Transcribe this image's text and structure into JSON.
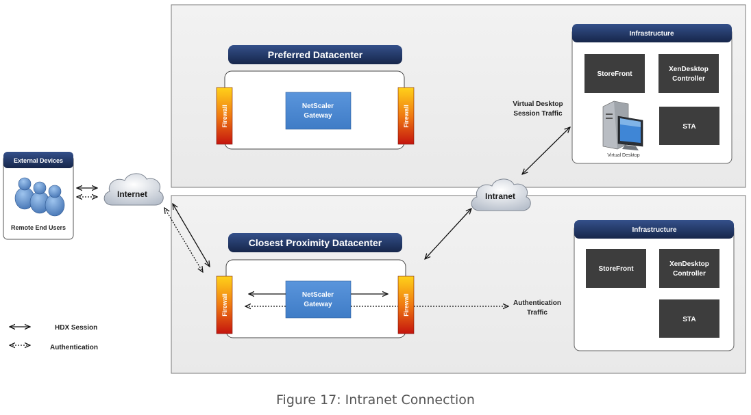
{
  "preferred_dc": {
    "title": "Preferred Datacenter",
    "firewall_left": "Firewall",
    "firewall_right": "Firewall",
    "gateway_line1": "NetScaler",
    "gateway_line2": "Gateway",
    "infrastructure": {
      "title": "Infrastructure",
      "storefront": "StoreFront",
      "controller_line1": "XenDesktop",
      "controller_line2": "Controller",
      "sta": "STA",
      "virtual_desktop": "Virtual Desktop"
    }
  },
  "closest_dc": {
    "title": "Closest Proximity Datacenter",
    "firewall_left": "Firewall",
    "firewall_right": "Firewall",
    "gateway_line1": "NetScaler",
    "gateway_line2": "Gateway",
    "infrastructure": {
      "title": "Infrastructure",
      "storefront": "StoreFront",
      "controller_line1": "XenDesktop",
      "controller_line2": "Controller",
      "sta": "STA"
    }
  },
  "external": {
    "title": "External Devices",
    "users_label": "Remote End Users"
  },
  "clouds": {
    "internet": "Internet",
    "intranet": "Intranet"
  },
  "labels": {
    "vd_traffic_line1": "Virtual Desktop",
    "vd_traffic_line2": "Session Traffic",
    "auth_traffic_line1": "Authentication",
    "auth_traffic_line2": "Traffic"
  },
  "legend": {
    "hdx": "HDX Session",
    "auth": "Authentication"
  },
  "caption": "Figure 17: Intranet Connection",
  "colors": {
    "header_navy": "#1b2d54",
    "gateway_blue": "#4a86cf",
    "server_box": "#3d3d3d",
    "firewall_top": "#ffd21a",
    "firewall_bottom": "#c4140e"
  }
}
